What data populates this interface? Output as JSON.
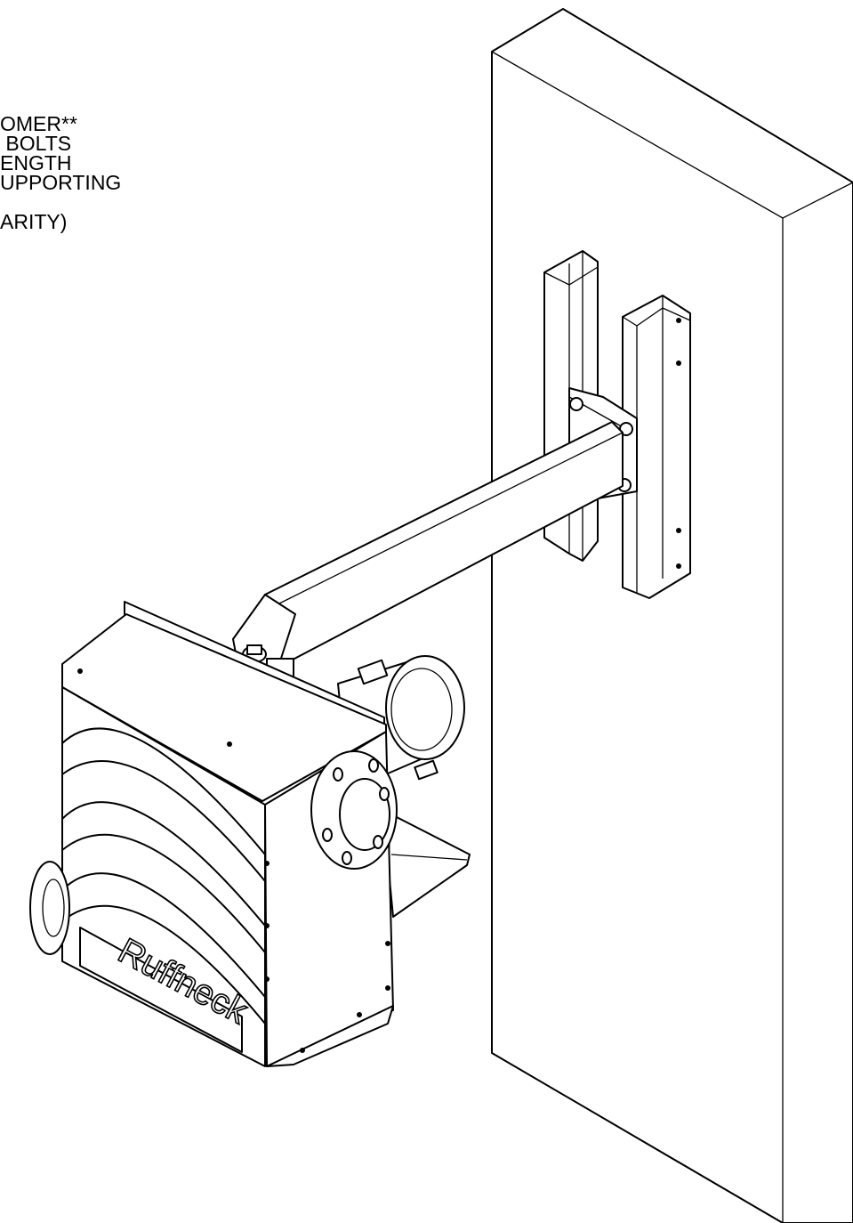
{
  "note": {
    "lines": [
      "OMER**",
      " BOLTS",
      "ENGTH",
      "UPPORTING",
      "ARITY)"
    ]
  },
  "brand": "Ruffneck",
  "colors": {
    "line": "#000000",
    "background": "#ffffff"
  }
}
